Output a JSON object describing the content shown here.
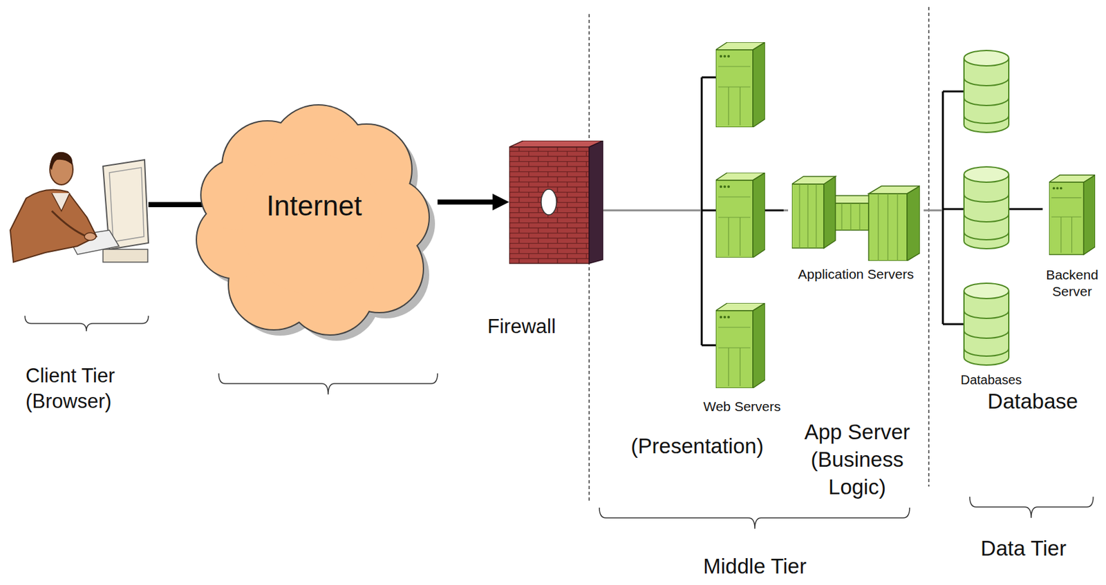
{
  "diagram": {
    "nodes": [
      {
        "text": [
          "Internet"
        ]
      },
      {
        "text": [
          "Firewall"
        ]
      },
      {
        "text": [
          "Web Servers"
        ]
      },
      {
        "text": [
          "Application Servers"
        ]
      },
      {
        "text": [
          "Databases"
        ]
      },
      {
        "text": [
          "Backend Server"
        ]
      }
    ],
    "edges": [
      {
        "from": 0,
        "to": 1,
        "arrow": "to"
      },
      {
        "from": 1,
        "to": 2,
        "arrow": "none"
      },
      {
        "from": 2,
        "to": 3,
        "arrow": "none"
      },
      {
        "from": 3,
        "to": 4,
        "arrow": "none"
      },
      {
        "from": 4,
        "to": 5,
        "arrow": "none"
      }
    ],
    "labels": [
      "Client Tier (Browser)",
      "Database",
      "(Presentation)",
      "App Server (Business Logic)",
      "Data Tier",
      "Middle Tier"
    ]
  }
}
